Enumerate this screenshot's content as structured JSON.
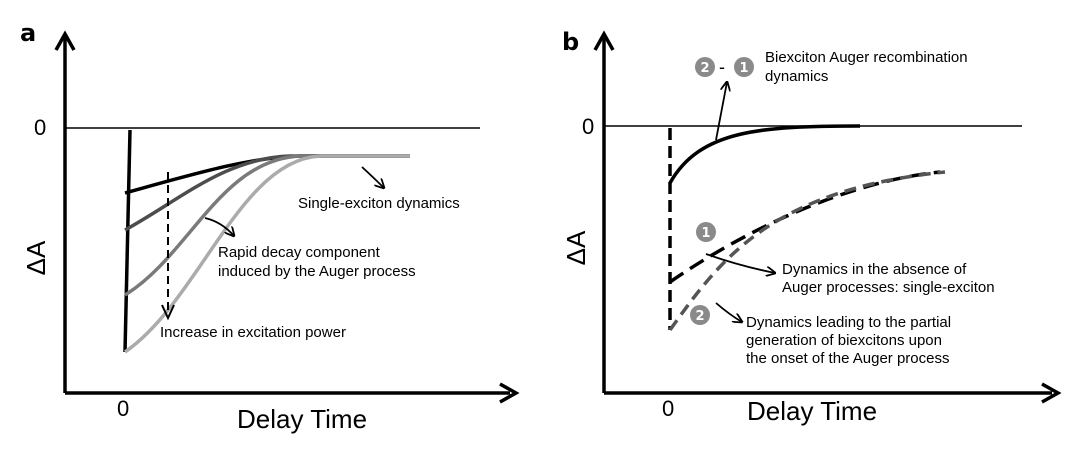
{
  "panel_a": {
    "letter": "a",
    "y_zero": "0",
    "x_zero": "0",
    "y_label": "ΔA",
    "x_label": "Delay Time",
    "annotations": {
      "single_exciton": "Single-exciton dynamics",
      "rapid_decay_line1": "Rapid decay component",
      "rapid_decay_line2": "induced by the Auger process",
      "increase_power": "Increase in excitation power"
    },
    "curve_colors": [
      "#000000",
      "#4d4d4d",
      "#7a7a7a",
      "#ababab"
    ]
  },
  "panel_b": {
    "letter": "b",
    "y_zero": "0",
    "x_zero": "0",
    "y_label": "ΔA",
    "x_label": "Delay Time",
    "badges": {
      "one": "1",
      "two": "2",
      "separator": "-"
    },
    "annotations": {
      "biexciton_line1": "Biexciton Auger recombination",
      "biexciton_line2": "dynamics",
      "absence_line1": "Dynamics in the absence of",
      "absence_line2": "Auger processes: single-exciton",
      "partial_line1": "Dynamics leading to the partial",
      "partial_line2": "generation of biexcitons upon",
      "partial_line3": "the onset of the Auger process"
    },
    "colors": {
      "solid": "#000000",
      "dashed_black": "#000000",
      "dashed_gray": "#555555",
      "badge": "#8a8a8a"
    }
  }
}
